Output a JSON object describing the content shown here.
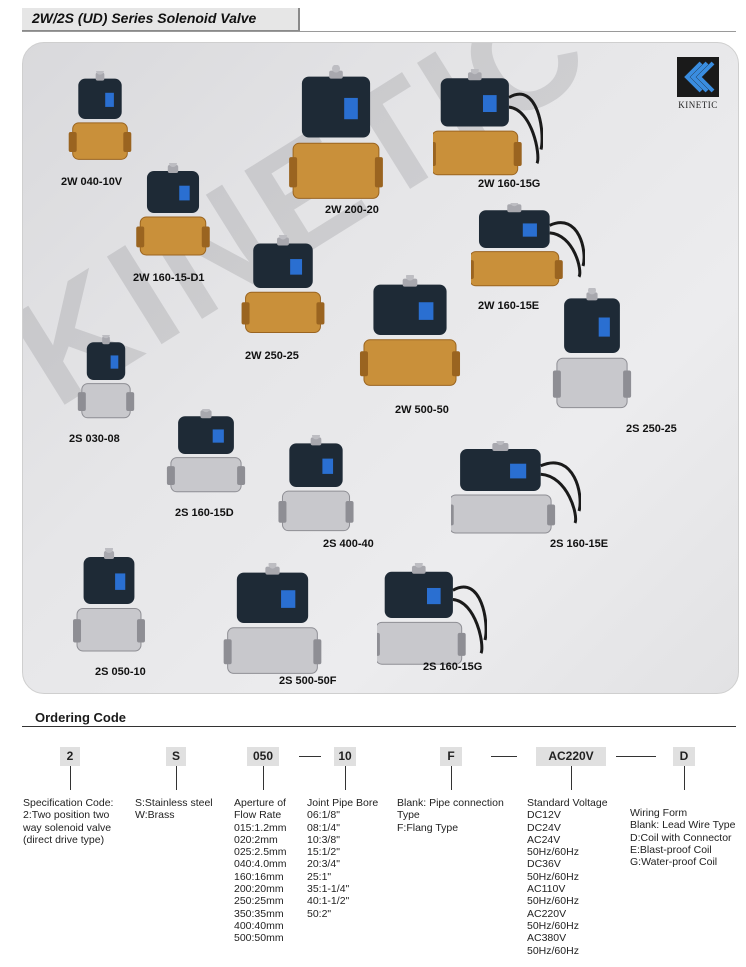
{
  "header": {
    "title": "2W/2S (UD) Series Solenoid Valve"
  },
  "panel": {
    "watermark": "KINETIC",
    "logo_text": "KINETIC",
    "valves": [
      {
        "label": "2W 040-10V",
        "body": "brass"
      },
      {
        "label": "2W 160-15-D1",
        "body": "brass"
      },
      {
        "label": "2W 200-20",
        "body": "brass"
      },
      {
        "label": "2W 160-15G",
        "body": "brass"
      },
      {
        "label": "2W 160-15E",
        "body": "brass"
      },
      {
        "label": "2W 250-25",
        "body": "brass"
      },
      {
        "label": "2W 500-50",
        "body": "brass"
      },
      {
        "label": "2S 250-25",
        "body": "steel"
      },
      {
        "label": "2S 030-08",
        "body": "steel"
      },
      {
        "label": "2S 160-15D",
        "body": "steel"
      },
      {
        "label": "2S 400-40",
        "body": "steel"
      },
      {
        "label": "2S 160-15E",
        "body": "steel"
      },
      {
        "label": "2S 050-10",
        "body": "steel"
      },
      {
        "label": "2S 500-50F",
        "body": "steel"
      },
      {
        "label": "2S 160-15G",
        "body": "steel"
      }
    ]
  },
  "ordering": {
    "title": "Ordering Code",
    "codes": [
      "2",
      "S",
      "050",
      "10",
      "F",
      "AC220V",
      "D"
    ],
    "descriptions": [
      [
        "Specification Code:",
        "2:Two position two",
        "way solenoid valve",
        "(direct drive type)"
      ],
      [
        "S:Stainless steel",
        "W:Brass"
      ],
      [
        "Aperture of",
        "Flow Rate",
        "015:1.2mm",
        "020:2mm",
        "025:2.5mm",
        "040:4.0mm",
        "160:16mm",
        "200:20mm",
        "250:25mm",
        "350:35mm",
        "400:40mm",
        "500:50mm"
      ],
      [
        "Joint Pipe Bore",
        "06:1/8\"",
        "08:1/4\"",
        "10:3/8\"",
        "15:1/2\"",
        "20:3/4\"",
        "25:1\"",
        "35:1-1/4\"",
        "40:1-1/2\"",
        "50:2\""
      ],
      [
        "Blank: Pipe connection",
        "Type",
        "F:Flang Type"
      ],
      [
        "Standard Voltage",
        "DC12V",
        "DC24V",
        "AC24V",
        "50Hz/60Hz",
        "DC36V",
        "50Hz/60Hz",
        "AC110V",
        "50Hz/60Hz",
        "AC220V",
        "50Hz/60Hz",
        "AC380V",
        "50Hz/60Hz"
      ],
      [
        "Wiring Form",
        "Blank: Lead Wire Type",
        "D:Coil with Connector",
        "E:Blast-proof Coil",
        "G:Water-proof Coil"
      ]
    ]
  },
  "colors": {
    "brass": "#c9903a",
    "steel": "#c8c8cc",
    "coil": "#1e2a36",
    "accent_blue": "#2a6fd1"
  }
}
